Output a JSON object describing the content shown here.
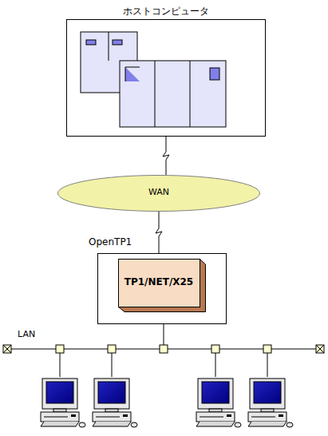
{
  "diagram": {
    "nodes": [
      {
        "text": [
          "ホストコンピュータ"
        ]
      },
      {
        "text": [
          "WAN"
        ]
      },
      {
        "text": [
          "OpenTP1"
        ]
      },
      {
        "text": [
          "TP1/NET/X25"
        ],
        "in": 2
      }
    ],
    "edges": [
      {
        "from": 0,
        "to": 1,
        "arrow": "none"
      },
      {
        "from": 1,
        "to": 2,
        "arrow": "none"
      }
    ],
    "labels": [
      "LAN"
    ]
  }
}
